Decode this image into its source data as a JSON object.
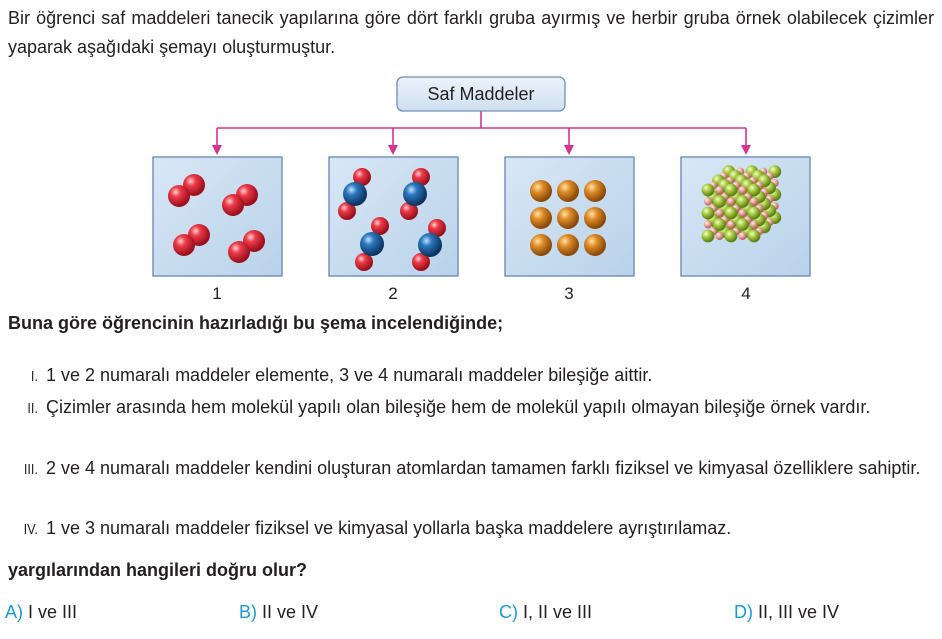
{
  "question": {
    "intro": "Bir öğrenci saf maddeleri tanecik yapılarına göre dört farklı gruba ayırmış ve herbir gruba örnek olabilecek çizimler yaparak aşağıdaki şemayı oluşturmuştur.",
    "diagram": {
      "root": "Saf Maddeler",
      "boxes": [
        {
          "number": "1",
          "content": "diatomic-molecules-same-element"
        },
        {
          "number": "2",
          "content": "triatomic-molecules-compound"
        },
        {
          "number": "3",
          "content": "single-atoms-grid"
        },
        {
          "number": "4",
          "content": "ionic-crystal-lattice"
        }
      ],
      "colors": {
        "connector": "#d6338f",
        "root_fill": "#dfeaf6",
        "root_border": "#6f8fb3",
        "box_fill": "#c9ddf0",
        "box_border": "#6d8fb6",
        "red_atom": "#d2202f",
        "blue_atom": "#1e5f9a",
        "orange_atom": "#c8711b",
        "green_ion": "#9ec33b",
        "pink_ion": "#e9a39a"
      }
    },
    "prompt": "Buna göre öğrencinin hazırladığı bu şema incelendiğinde;",
    "statements": [
      {
        "roman": "I.",
        "text": "1 ve 2 numaralı maddeler elemente, 3 ve 4 numaralı maddeler bileşiğe aittir."
      },
      {
        "roman": "II.",
        "text": "Çizimler arasında hem molekül yapılı olan bileşiğe hem de molekül yapılı olmayan bileşiğe örnek vardır."
      },
      {
        "roman": "III.",
        "text": "2 ve 4 numaralı maddeler kendini oluşturan atomlardan tamamen farklı fiziksel ve kimyasal özelliklere sahiptir."
      },
      {
        "roman": "IV.",
        "text": "1 ve 3 numaralı maddeler fiziksel ve kimyasal yollarla başka maddelere ayrıştırılamaz."
      }
    ],
    "question_text": "yargılarından hangileri doğru olur?",
    "choices": [
      {
        "letter": "A)",
        "text": "I ve III"
      },
      {
        "letter": "B)",
        "text": "II ve IV"
      },
      {
        "letter": "C)",
        "text": "I, II ve III"
      },
      {
        "letter": "D)",
        "text": "II, III ve IV"
      }
    ],
    "accent_color": "#1a9ad6"
  }
}
